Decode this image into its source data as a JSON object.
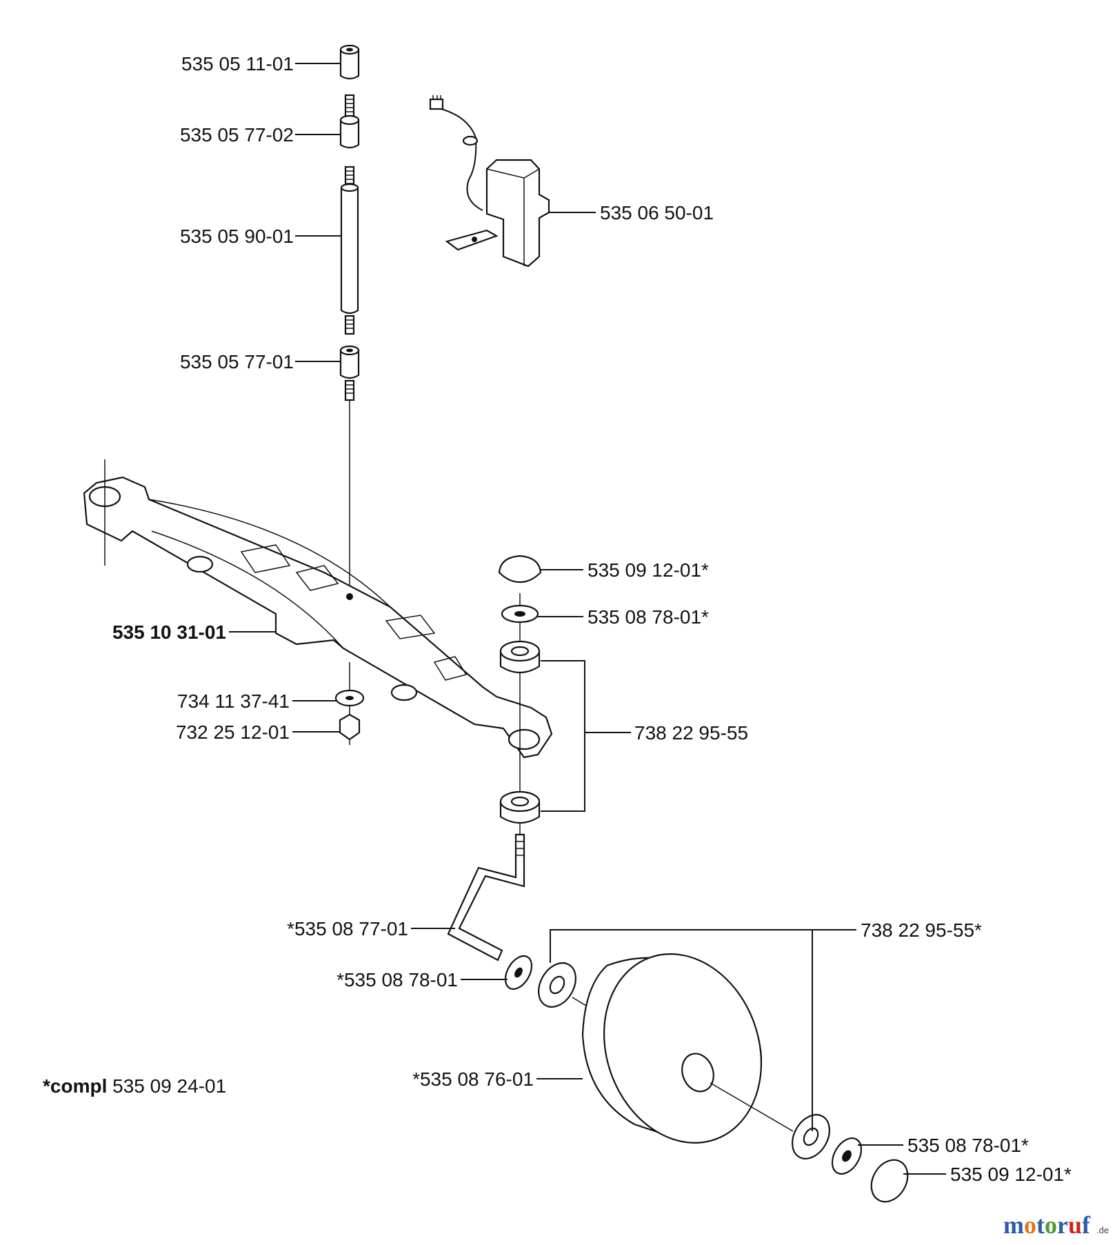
{
  "diagram": {
    "labels": {
      "p1": "535 05 11-01",
      "p2": "535 05 77-02",
      "p3": "535 05 90-01",
      "p4": "535 05 77-01",
      "p5": "535 06 50-01",
      "p6": "535 10 31-01",
      "p7": "734 11 37-41",
      "p8": "732 25 12-01",
      "p9": "535 09 12-01*",
      "p10": "535 08 78-01*",
      "p11": "738 22 95-55",
      "p12": "*535 08 77-01",
      "p13": "*535 08 78-01",
      "p14": "738 22 95-55*",
      "p15": "*535 08 76-01",
      "p16": "535 08 78-01*",
      "p17": "535 09 12-01*"
    },
    "note": {
      "prefix": "*compl",
      "value": " 535 09 24-01"
    },
    "watermark": {
      "m": "m",
      "o1": "o",
      "t": "t",
      "o2": "o",
      "r": "r",
      "u": "u",
      "f": "f",
      "suffix": ".de"
    }
  },
  "colors": {
    "watermark_blue": "#2a5cab",
    "watermark_orange": "#e0731c",
    "watermark_green": "#4a9a2e",
    "watermark_red": "#c8281e"
  }
}
